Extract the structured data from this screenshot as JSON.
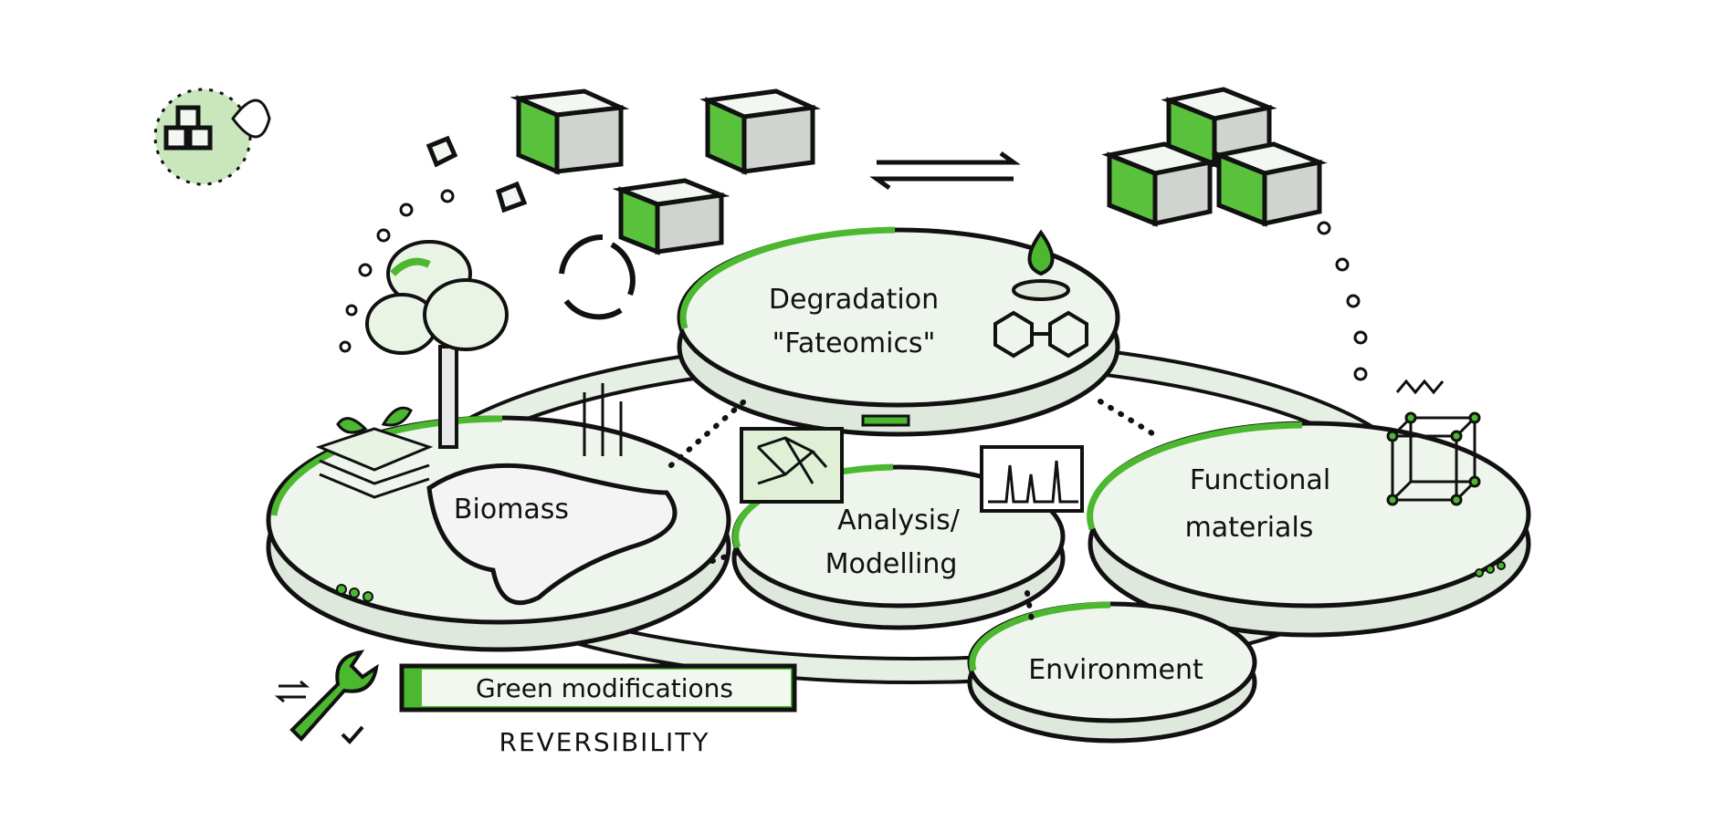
{
  "nodes": {
    "biomass": "Biomass",
    "degradation_line1": "Degradation",
    "degradation_line2": "\"Fateomics\"",
    "analysis_line1": "Analysis/",
    "analysis_line2": "Modelling",
    "functional_line1": "Functional",
    "functional_line2": "materials",
    "environment": "Environment"
  },
  "labels": {
    "green_modifications": "Green modifications",
    "reversibility": "REVERSIBILITY"
  },
  "icons": [
    "circular-bioeconomy-logo-icon",
    "cube-icon",
    "cycle-arrows-icon",
    "exchange-arrows-icon",
    "tree-icon",
    "plant-icon",
    "droplet-flame-icon",
    "molecule-icon",
    "neural-network-icon",
    "spectrum-chart-icon",
    "crystal-lattice-icon",
    "wrench-icon",
    "checkmark-icon"
  ],
  "colors": {
    "accent": "#4cb82f",
    "ink": "#111111",
    "disc": "#eef5ec"
  }
}
